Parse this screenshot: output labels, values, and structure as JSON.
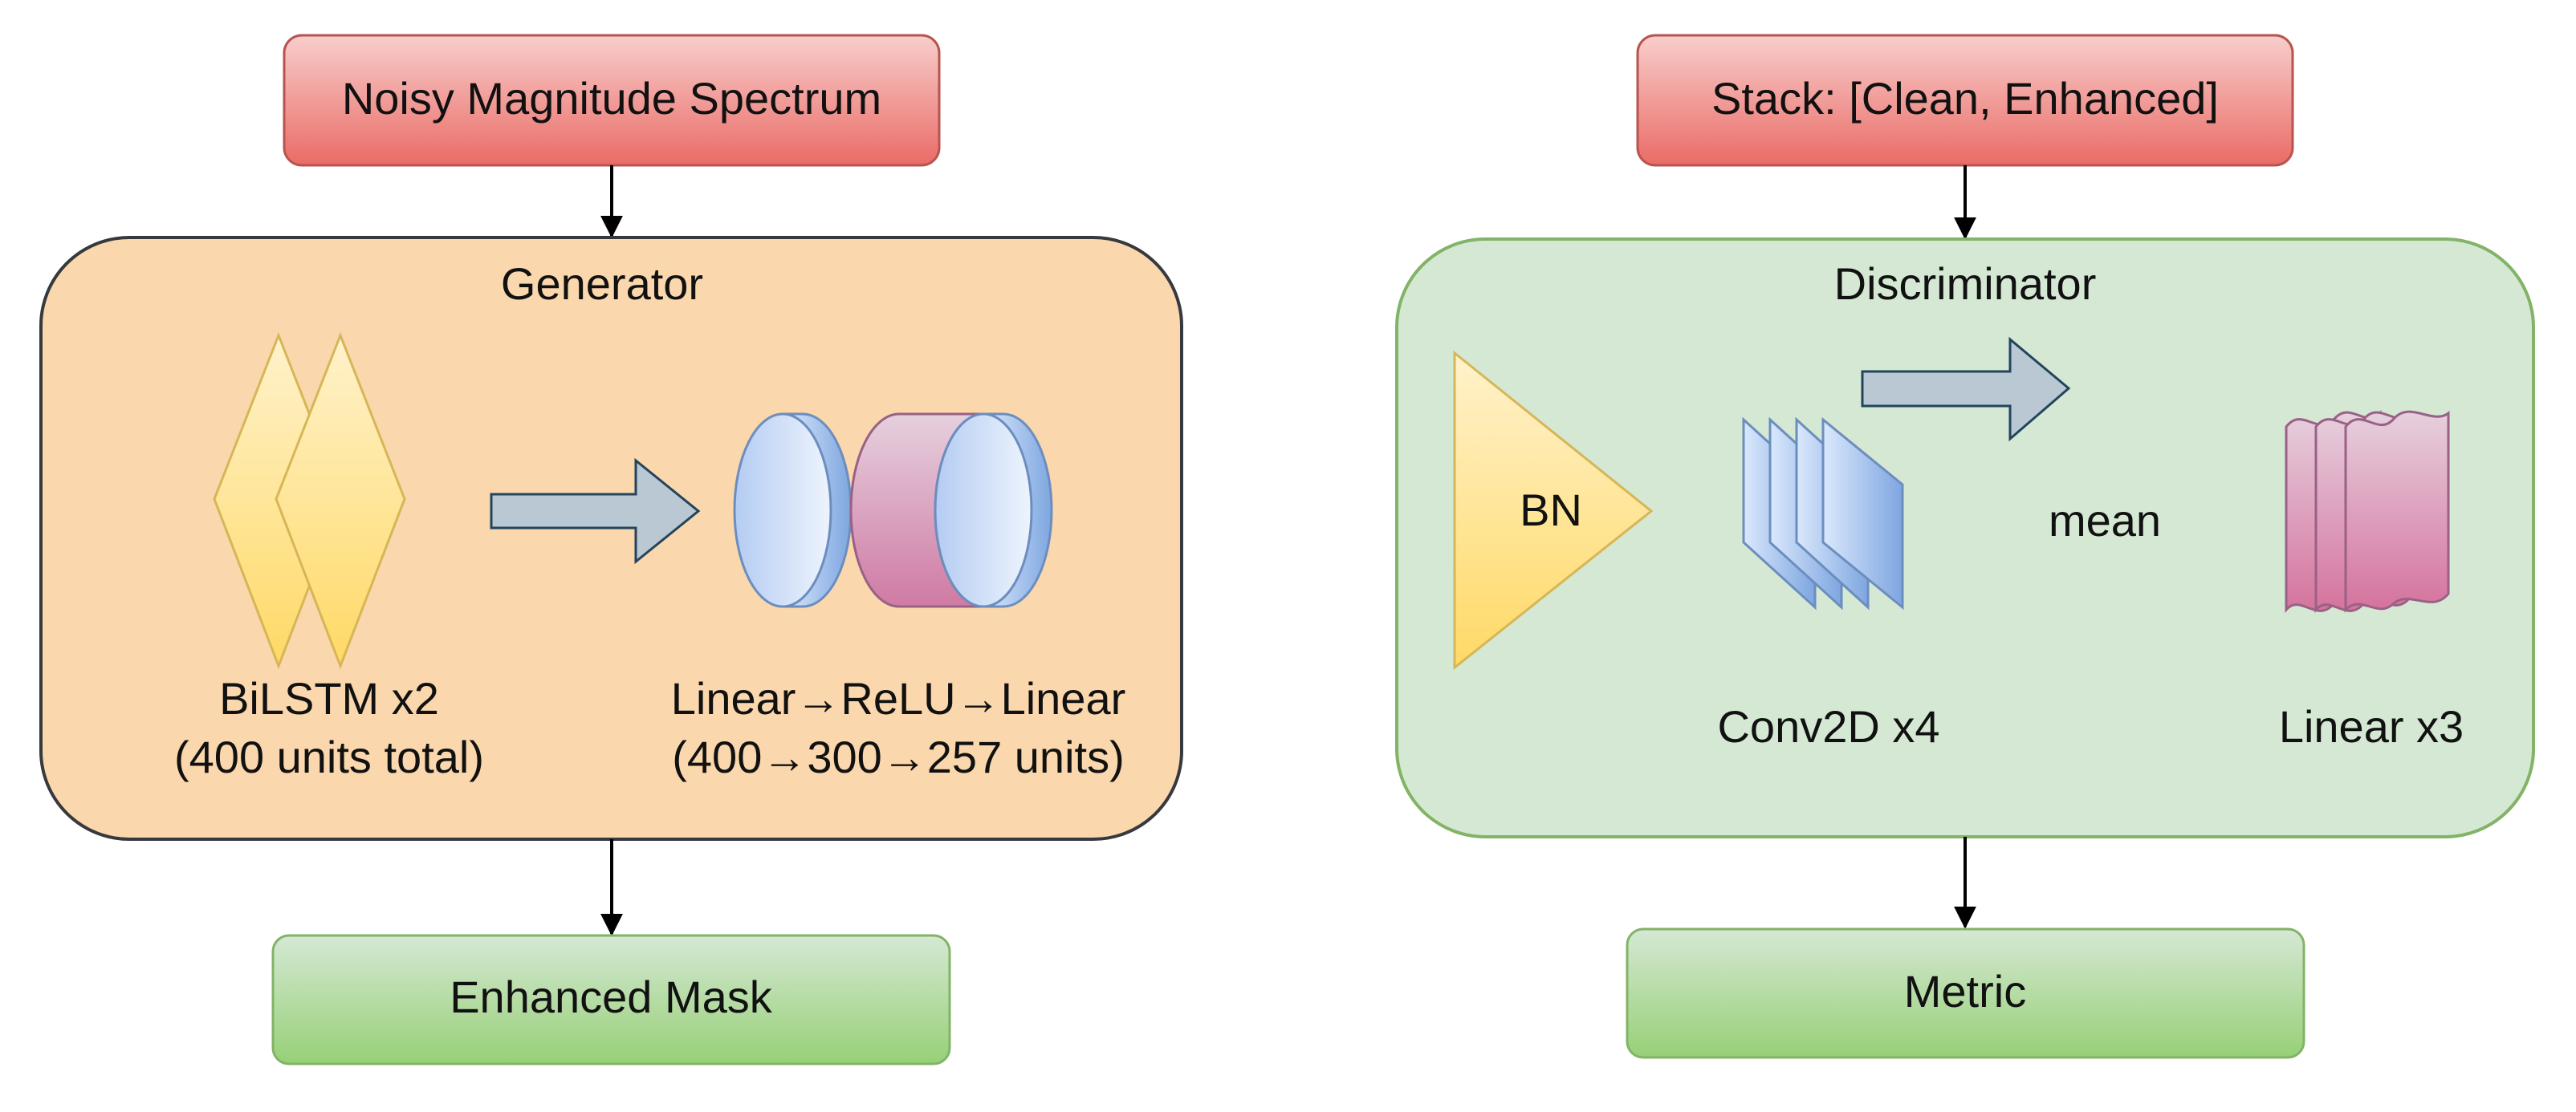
{
  "colors": {
    "io_red_top": "#f8cecc",
    "io_red_bottom": "#ea6b66",
    "io_red_stroke": "#b85450",
    "out_green_top": "#d5e8d4",
    "out_green_bottom": "#97d077",
    "out_green_stroke": "#82b366",
    "generator_fill": "#fad7ac",
    "generator_stroke": "#36393d",
    "discriminator_fill": "#d5e8d4",
    "discriminator_stroke": "#82b366",
    "yellow_shape_fill": "#fff2cc",
    "yellow_shape_stroke": "#d6b656",
    "blue_shape_fill": "#dae8fc",
    "blue_shape_stroke": "#6c8ebf",
    "pink_shape_fill": "#e6d0de",
    "pink_shape_stroke": "#996185",
    "arrow_fill": "#bac8d3",
    "arrow_stroke": "#23445d"
  },
  "generator": {
    "input_label": "Noisy Magnitude Spectrum",
    "title": "Generator",
    "bilstm_line1": "BiLSTM x2",
    "bilstm_line2": "(400 units total)",
    "linear_line1": "Linear→ReLU→Linear",
    "linear_line2": "(400→300→257 units)",
    "output_label": "Enhanced Mask"
  },
  "discriminator": {
    "input_label": "Stack: [Clean, Enhanced]",
    "title": "Discriminator",
    "bn_label": "BN",
    "conv_label": "Conv2D x4",
    "mean_label": "mean",
    "linear_label": "Linear x3",
    "output_label": "Metric"
  }
}
